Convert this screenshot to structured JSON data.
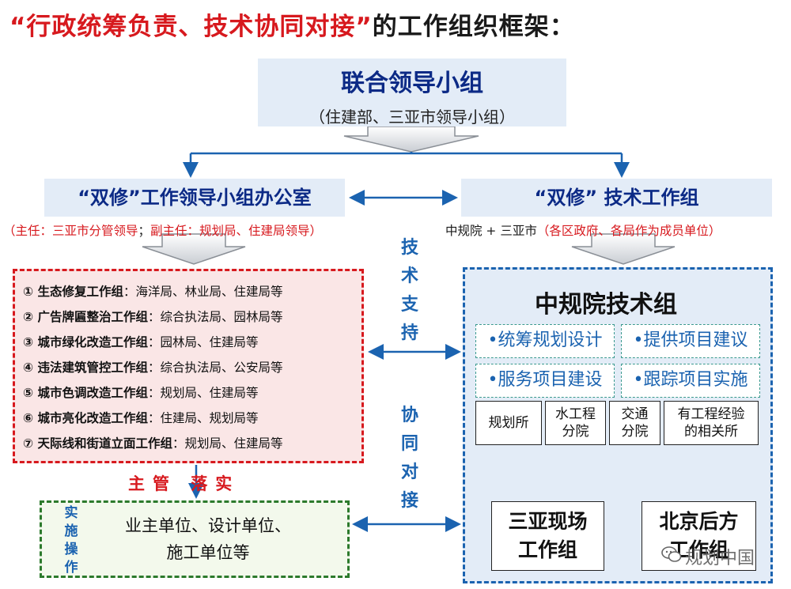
{
  "title": {
    "part1": "“行政统筹负责、技术协同对接”",
    "part2": "的工作组织框架："
  },
  "leadership": {
    "name": "联合领导小组",
    "sub": "（住建部、三亚市领导小组）"
  },
  "office": {
    "name": "“双修”工作领导小组办公室",
    "note_a": "（主任：三亚市分管领导",
    "note_sep": "；",
    "note_b": "副主任：规划局、住建局领导）"
  },
  "tech_group": {
    "name": "“双修” 技术工作组",
    "note_a": "中规院 + 三亚市",
    "note_b": "（各区政府、各局作为成员单位）"
  },
  "work_groups": [
    {
      "name": "① 生态修复工作组",
      "members": "：海洋局、林业局、住建局等"
    },
    {
      "name": "② 广告牌匾整治工作组",
      "members": "：综合执法局、园林局等"
    },
    {
      "name": "③ 城市绿化改造工作组",
      "members": "：园林局、住建局等"
    },
    {
      "name": "④ 违法建筑管控工作组",
      "members": "：综合执法局、公安局等"
    },
    {
      "name": "⑤ 城市色调改造工作组",
      "members": "：规划局、住建局等"
    },
    {
      "name": "⑥ 城市亮化改造工作组",
      "members": "：住建局、规划局等"
    },
    {
      "name": "⑦ 天际线和街道立面工作组",
      "members": "：规划局、住建局等"
    }
  ],
  "link_tech_support": [
    "技",
    "术",
    "支",
    "持"
  ],
  "link_coordination": [
    "协",
    "同",
    "对",
    "接"
  ],
  "management_label": "主管 落实",
  "execution": {
    "side": [
      "实",
      "施",
      "操",
      "作"
    ],
    "line1": "业主单位、设计单位、",
    "line2": "施工单位等"
  },
  "cngp": {
    "title": "中规院技术组",
    "tasks": [
      "•统筹规划设计",
      "•提供项目建议",
      "•服务项目建设",
      "•跟踪项目实施"
    ],
    "depts": [
      {
        "l1": "规划所",
        "l2": ""
      },
      {
        "l1": "水工程",
        "l2": "分院"
      },
      {
        "l1": "交通",
        "l2": "分院"
      },
      {
        "l1": "有工程经验",
        "l2": "的相关所"
      }
    ],
    "sites": [
      {
        "l1": "三亚现场",
        "l2": "工作组"
      },
      {
        "l1": "北京后方",
        "l2": "工作组"
      }
    ]
  },
  "watermark": "规划中国",
  "colors": {
    "red": "#d7191e",
    "navy": "#0c2a86",
    "blue": "#1b63b0",
    "green": "#2c7a2c",
    "teal": "#3b9a8f",
    "pale_blue": "#e3ecf7",
    "pale_red": "#fae6e6"
  }
}
